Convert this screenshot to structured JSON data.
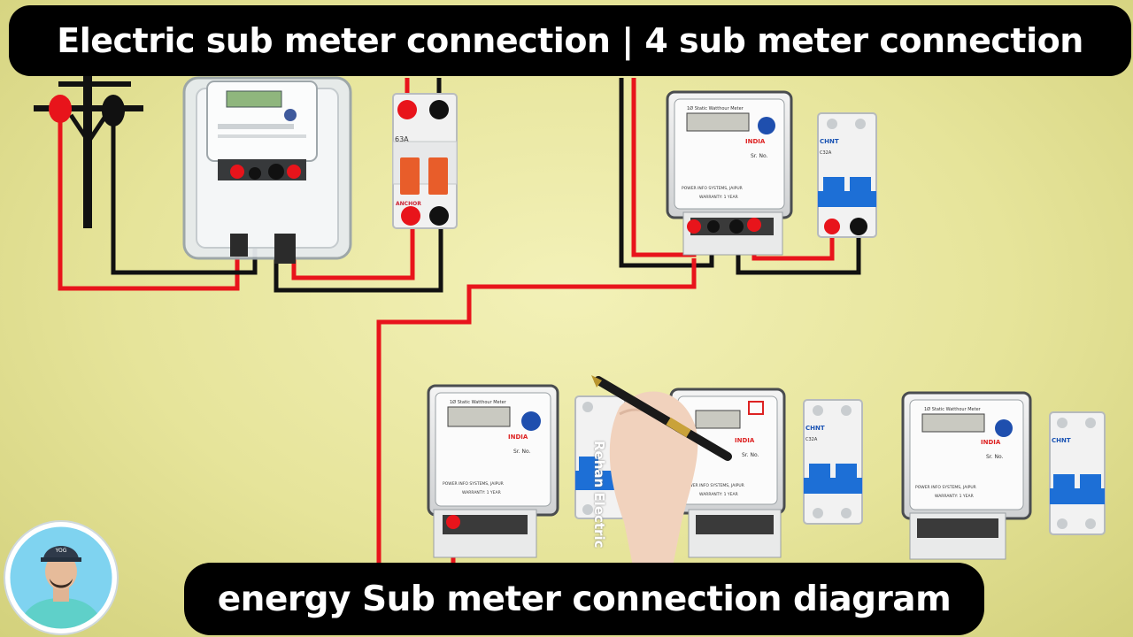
{
  "title_banner": "Electric sub meter connection | 4 sub meter connection",
  "subtitle_banner": "energy Sub meter connection diagram",
  "watermark": "Rehan Electric",
  "avatar_badge": "YOG",
  "mcb_labels": {
    "main_rating": "63A",
    "main_brand": "ANCHOR",
    "sub_brand": "CHNT",
    "sub_rating": "C32A"
  },
  "meter_labels": {
    "header": "1Ø Static Watthour Meter",
    "country": "INDIA",
    "serial": "Sr. No.",
    "maker": "POWER INFO SYSTEMS, JAIPUR",
    "warranty": "WARRANTY: 1 YEAR"
  },
  "colors": {
    "banner_bg": "#000000",
    "banner_text": "#ffffff",
    "phase_wire": "#e8141b",
    "neutral_wire": "#111111",
    "background": "#ecea9f",
    "mcb_blue": "#1d6fd6",
    "mcb_orange": "#e85d2a"
  }
}
